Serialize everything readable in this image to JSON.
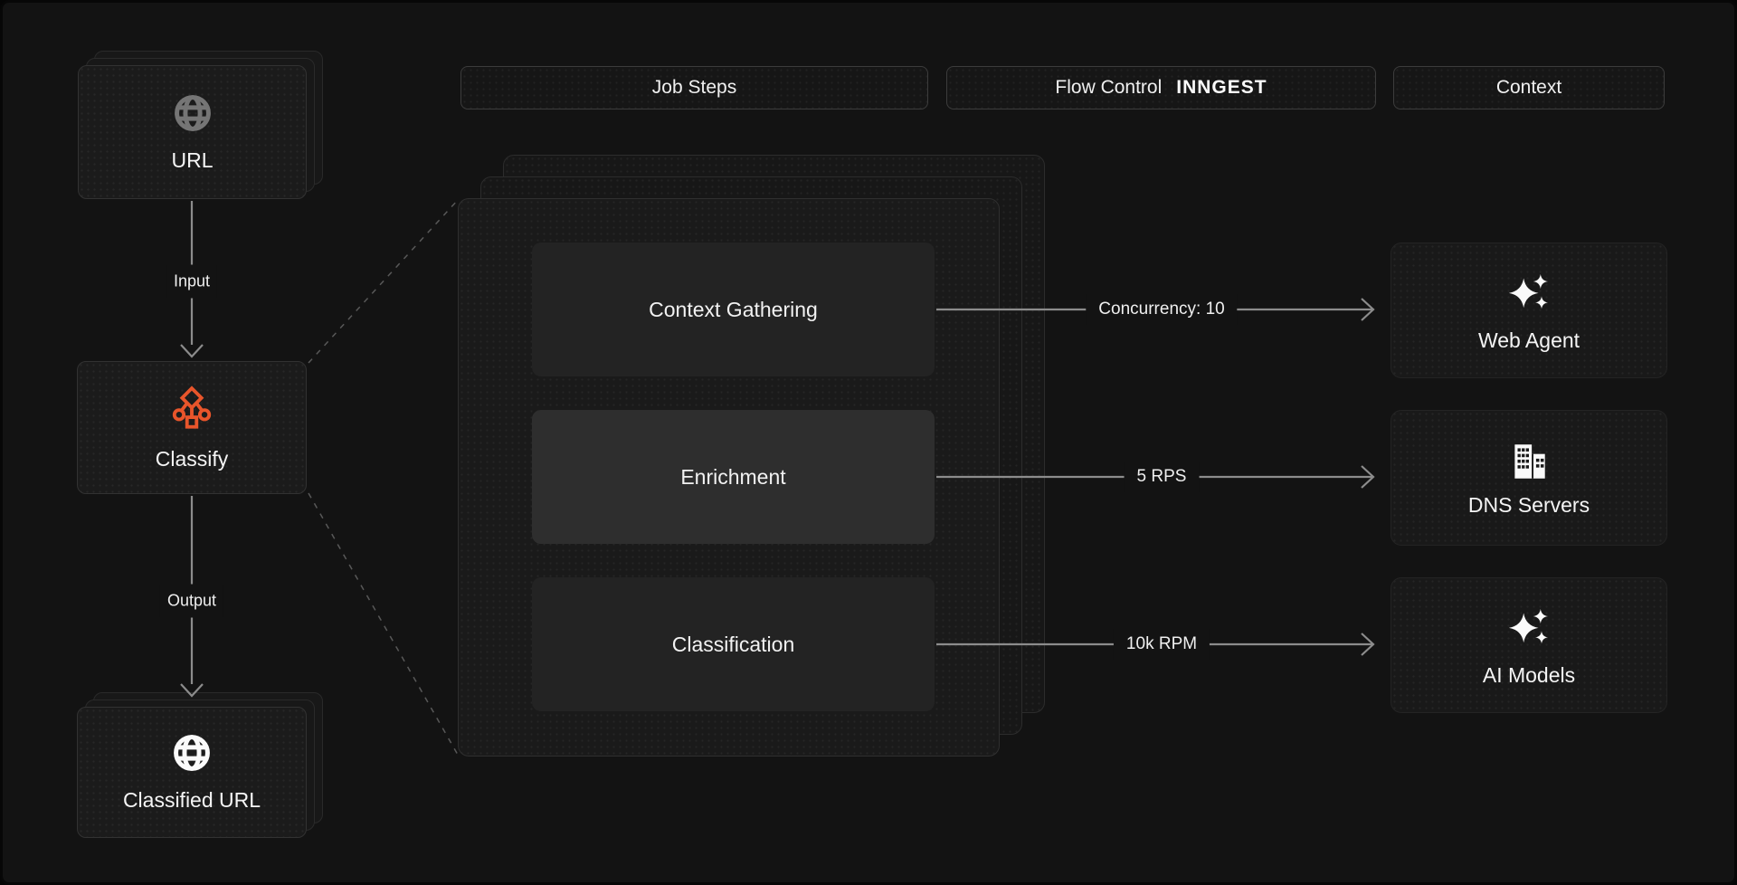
{
  "colors": {
    "background": "#131313",
    "accent_orange": "#e8552b",
    "line_gray": "#8c8c8c",
    "text": "#f2f2f2"
  },
  "headers": [
    {
      "label": "Job Steps"
    },
    {
      "label": "Flow Control",
      "brand": "INNGEST"
    },
    {
      "label": "Context"
    }
  ],
  "pipeline": {
    "source_card": {
      "label": "URL",
      "icon": "globe-icon"
    },
    "input_label": "Input",
    "classify_card": {
      "label": "Classify",
      "icon": "classify-graph-icon"
    },
    "output_label": "Output",
    "result_card": {
      "label": "Classified URL",
      "icon": "globe-icon"
    }
  },
  "job_steps": [
    {
      "label": "Context Gathering"
    },
    {
      "label": "Enrichment"
    },
    {
      "label": "Classification"
    }
  ],
  "flow_controls": [
    {
      "label": "Concurrency: 10"
    },
    {
      "label": "5 RPS"
    },
    {
      "label": "10k RPM"
    }
  ],
  "context_services": [
    {
      "label": "Web Agent",
      "icon": "sparkles-icon"
    },
    {
      "label": "DNS Servers",
      "icon": "building-icon"
    },
    {
      "label": "AI Models",
      "icon": "sparkles-icon"
    }
  ]
}
